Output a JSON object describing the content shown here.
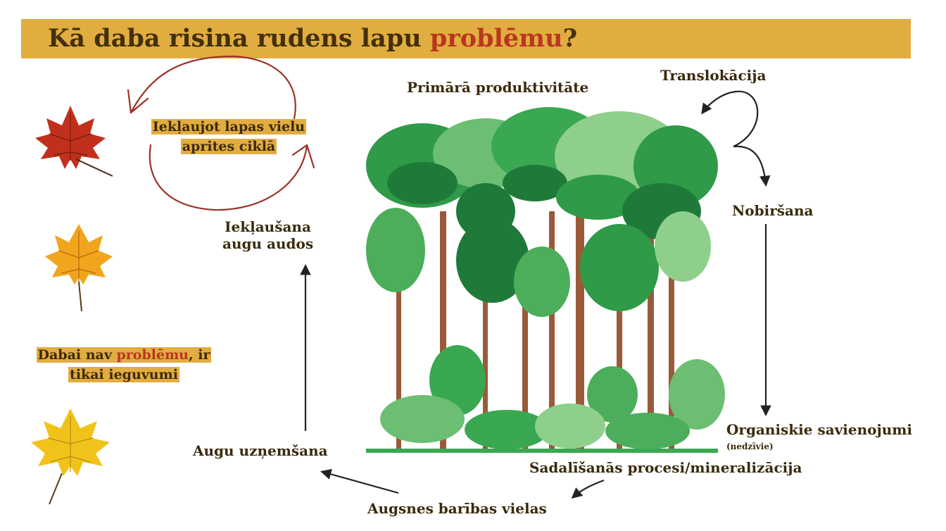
{
  "title": {
    "prefix": "Kā daba risina rudens lapu ",
    "accent": "problēmu",
    "suffix": "?"
  },
  "cycle_note": {
    "line1": "Iekļaujot lapas vielu",
    "line2": "aprites ciklā"
  },
  "nature_note": {
    "prefix": "Dabai nav ",
    "accent": "problēmu",
    "suffix": ", ir",
    "line2": "tikai ieguvumi"
  },
  "labels": {
    "primary": "Primārā produktivitāte",
    "translocation": "Translokācija",
    "leaf_fall": "Nobiršana",
    "incorporation_1": "Iekļaušana",
    "incorporation_2": "augu audos",
    "organic": "Organiskie savienojumi",
    "organic_sub": "(nedzīvie)",
    "decomposition": "Sadalīšanās procesi/mineralizācija",
    "nutrients": "Augsnes barības vielas",
    "uptake": "Augu uzņemšana"
  },
  "colors": {
    "banner": "#e2ad40",
    "accent": "#b8371f",
    "text": "#3b2a0c",
    "hand_drawn": "#9a3224",
    "arrow": "#222222"
  }
}
